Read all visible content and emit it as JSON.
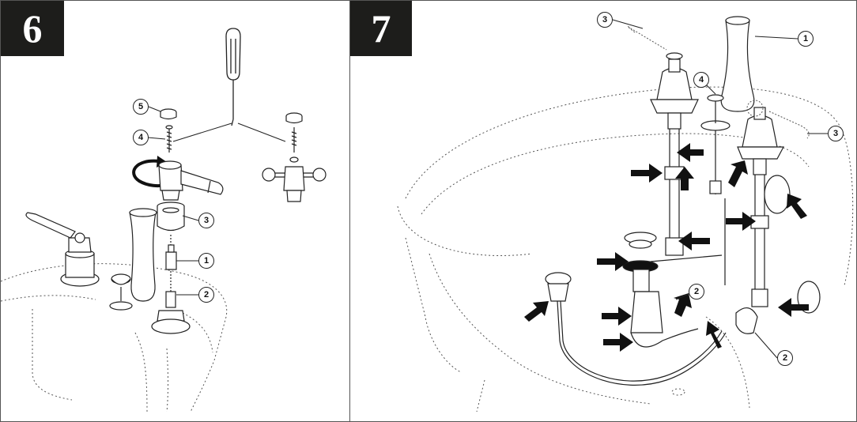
{
  "steps": [
    {
      "number": "6",
      "callouts": [
        "5",
        "4",
        "3",
        "1",
        "2"
      ]
    },
    {
      "number": "7",
      "callouts": [
        "3",
        "1",
        "4",
        "3",
        "2",
        "2"
      ]
    }
  ],
  "colors": {
    "badge_background": "#1d1d1b",
    "badge_text": "#ffffff",
    "line_art": "#222222",
    "dotted_outline": "#555555"
  },
  "icons": [
    "screwdriver-icon",
    "rotation-arrow-icon",
    "direction-arrow-icon"
  ]
}
